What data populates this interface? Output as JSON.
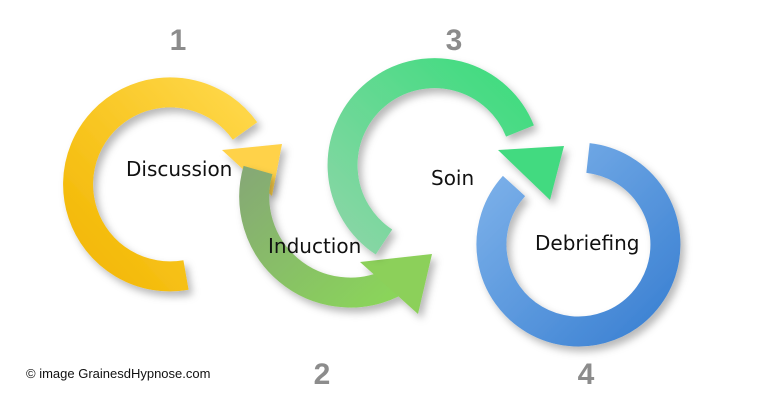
{
  "steps": [
    {
      "number": "1",
      "label": "Discussion",
      "color_start": "#f4b400",
      "color_end": "#ffd24d"
    },
    {
      "number": "2",
      "label": "Induction",
      "color_start": "#7ab86a",
      "color_end": "#8fd166"
    },
    {
      "number": "3",
      "label": "Soin",
      "color_start": "#6fd0a0",
      "color_end": "#3fdc80"
    },
    {
      "number": "4",
      "label": "Debriefing",
      "color_start": "#6aa8e6",
      "color_end": "#3f86d6"
    }
  ],
  "credit": "© image GrainesdHypnose.com"
}
